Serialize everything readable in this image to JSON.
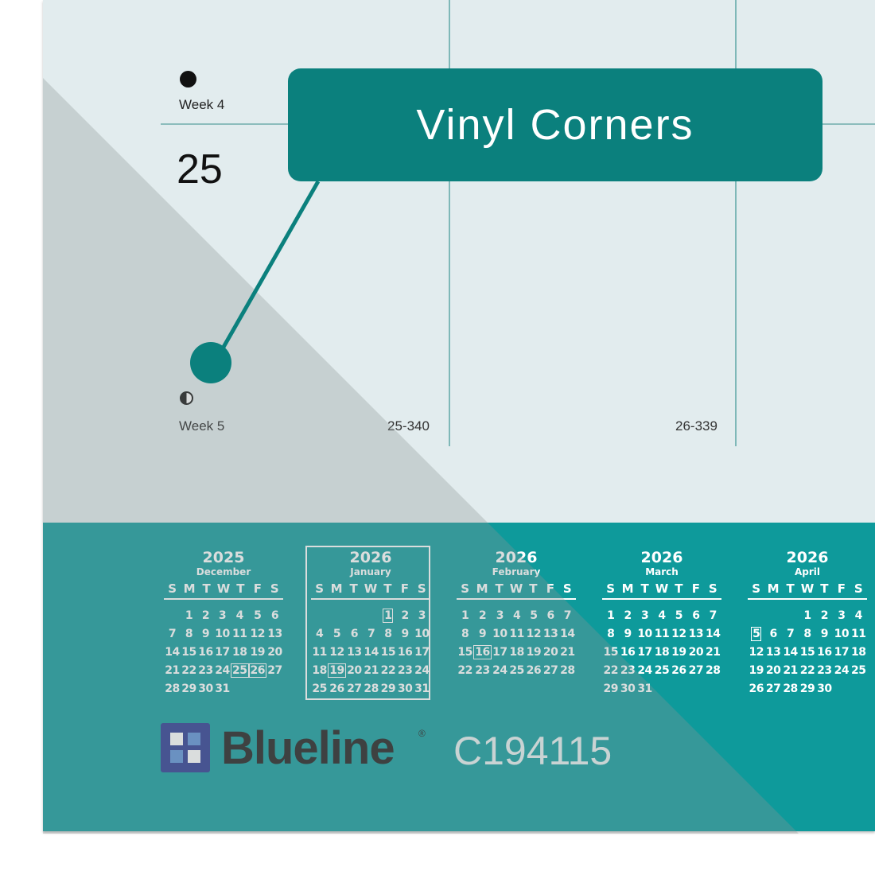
{
  "callout": {
    "label": "Vinyl Corners"
  },
  "page": {
    "week_top": "Week 4",
    "week_bottom": "Week 5",
    "day_number": "25",
    "codes": [
      "25-340",
      "26-339"
    ]
  },
  "mini_calendars": [
    {
      "year": "2025",
      "month": "December",
      "dow": [
        "S",
        "M",
        "T",
        "W",
        "T",
        "F",
        "S"
      ],
      "offset": 1,
      "days": 31,
      "highlight": [
        25,
        26
      ]
    },
    {
      "year": "2026",
      "month": "January",
      "dow": [
        "S",
        "M",
        "T",
        "W",
        "T",
        "F",
        "S"
      ],
      "offset": 4,
      "days": 31,
      "highlight": [
        1,
        19
      ]
    },
    {
      "year": "2026",
      "month": "February",
      "dow": [
        "S",
        "M",
        "T",
        "W",
        "T",
        "F",
        "S"
      ],
      "offset": 0,
      "days": 28,
      "highlight": [
        16
      ]
    },
    {
      "year": "2026",
      "month": "March",
      "dow": [
        "S",
        "M",
        "T",
        "W",
        "T",
        "F",
        "S"
      ],
      "offset": 0,
      "days": 31,
      "highlight": []
    },
    {
      "year": "2026",
      "month": "April",
      "dow": [
        "S",
        "M",
        "T",
        "W",
        "T",
        "F",
        "S"
      ],
      "offset": 3,
      "days": 30,
      "highlight": [
        5
      ]
    }
  ],
  "brand": {
    "name": "Blueline",
    "registered": "®",
    "model": "C194115"
  },
  "colors": {
    "teal_band": "#0e9a9b",
    "callout": "#0b807d",
    "logo_blue": "#27358f"
  }
}
